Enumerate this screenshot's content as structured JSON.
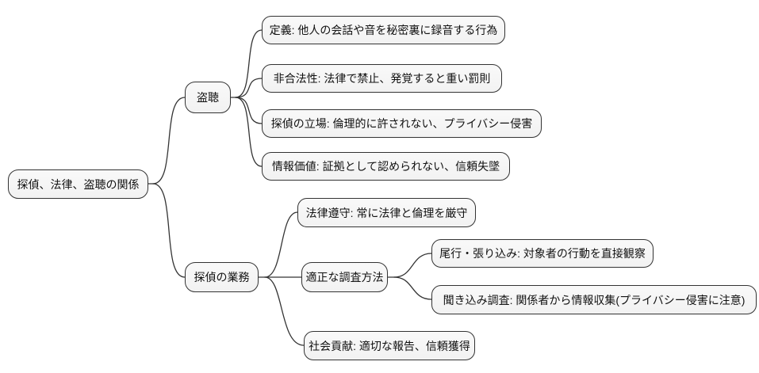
{
  "diagram": {
    "type": "mindmap",
    "orientation": "left-to-right",
    "background_color": "#ffffff",
    "node_fill_color": "#f2f2f2",
    "node_border_color": "#333333",
    "edge_color": "#333333",
    "text_color": "#111111"
  },
  "nodes": {
    "root": {
      "label": "探偵、法律、盗聴の関係"
    },
    "wiretapping": {
      "label": "盗聴"
    },
    "definition": {
      "label": "定義: 他人の会話や音を秘密裏に録音する行為"
    },
    "illegality": {
      "label": "非合法性: 法律で禁止、発覚すると重い罰則"
    },
    "detective_stance": {
      "label": "探偵の立場: 倫理的に許されない、プライバシー侵害"
    },
    "info_value": {
      "label": "情報価値: 証拠として認められない、信頼失墜"
    },
    "detective_work": {
      "label": "探偵の業務"
    },
    "law_compliance": {
      "label": "法律遵守: 常に法律と倫理を厳守"
    },
    "proper_methods": {
      "label": "適正な調査方法"
    },
    "tailing": {
      "label": "尾行・張り込み: 対象者の行動を直接観察"
    },
    "interviews": {
      "label": "聞き込み調査: 関係者から情報収集(プライバシー侵害に注意)"
    },
    "social_contribution": {
      "label": "社会貢献: 適切な報告、信頼獲得"
    }
  },
  "hierarchy": [
    {
      "parent": "root",
      "child": "wiretapping"
    },
    {
      "parent": "root",
      "child": "detective_work"
    },
    {
      "parent": "wiretapping",
      "child": "definition"
    },
    {
      "parent": "wiretapping",
      "child": "illegality"
    },
    {
      "parent": "wiretapping",
      "child": "detective_stance"
    },
    {
      "parent": "wiretapping",
      "child": "info_value"
    },
    {
      "parent": "detective_work",
      "child": "law_compliance"
    },
    {
      "parent": "detective_work",
      "child": "proper_methods"
    },
    {
      "parent": "detective_work",
      "child": "social_contribution"
    },
    {
      "parent": "proper_methods",
      "child": "tailing"
    },
    {
      "parent": "proper_methods",
      "child": "interviews"
    }
  ]
}
